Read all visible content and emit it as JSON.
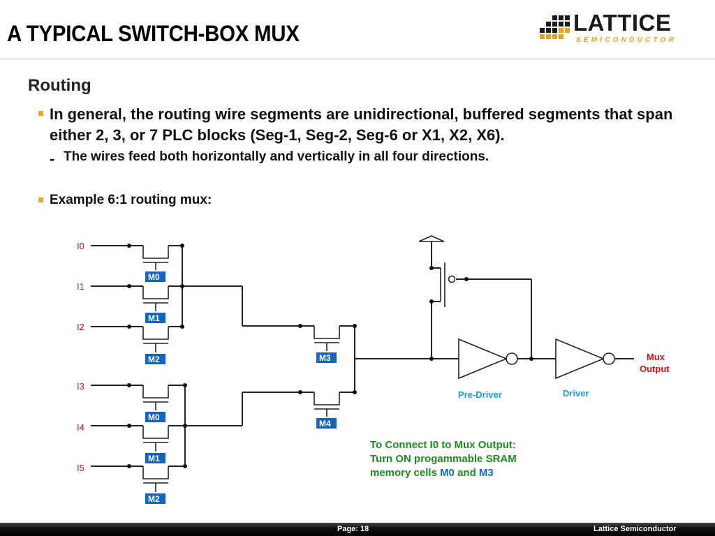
{
  "title": "A TYPICAL SWITCH-BOX MUX",
  "logo": {
    "word": "LATTICE",
    "sub": "SEMICONDUCTOR"
  },
  "heading": "Routing",
  "bullet1": "In general, the routing wire segments are unidirectional, buffered segments that span either 2, 3, or 7 PLC blocks (Seg-1, Seg-2, Seg-6 or X1, X2, X6).",
  "dash": "-",
  "sub1": "The wires feed both horizontally and vertically in all four directions.",
  "bullet2": "Example 6:1 routing mux:",
  "diagram": {
    "inputs": [
      "I0",
      "I1",
      "I2",
      "I3",
      "I4",
      "I5"
    ],
    "cells_top": [
      "M0",
      "M1",
      "M2"
    ],
    "cells_bottom": [
      "M0",
      "M1",
      "M2"
    ],
    "cells_second": [
      "M3",
      "M4"
    ],
    "pre_driver": "Pre-Driver",
    "driver": "Driver",
    "output": [
      "Mux",
      "Output"
    ]
  },
  "caption": {
    "line1": "To Connect I0 to Mux Output:",
    "line2": "Turn ON progammable SRAM",
    "line3_prefix": "memory cells",
    "m0": "M0",
    "and": "and",
    "m3": "M3"
  },
  "footer": {
    "page": "Page: 18",
    "company": "Lattice Semiconductor"
  },
  "colors": {
    "bullet": "#f3a51b",
    "input_label": "#cc1111",
    "memory_cell": "#1565c0",
    "driver_label": "#1e9ad6",
    "caption": "#1e8a1e"
  }
}
